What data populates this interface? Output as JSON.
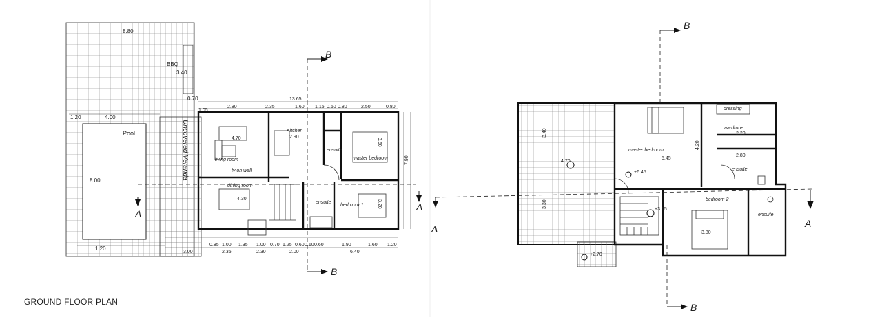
{
  "caption": "GROUND FLOOR PLAN",
  "ground_floor": {
    "pool_label": "Pool",
    "pool_length": "8.00",
    "pool_width": "4.00",
    "deck_width": "8.80",
    "bbq": "BBQ",
    "bbq_dim": "3.40",
    "step": "0.70",
    "veranda": "Uncovered Veranda",
    "rooms": {
      "living": "living room",
      "living_dim": "4.70",
      "tv": "tv on wall",
      "kitchen": "Kitchen",
      "kitchen_dim": "2.90",
      "dining": "dining room",
      "dining_dim": "4.30",
      "master": "master bedroom",
      "master_dim": "3.60",
      "bedroom1": "bedroom 1",
      "bedroom1_dim": "3.20",
      "ensuite": "ensuite"
    },
    "dims_top": [
      "1.05",
      "2.80",
      "2.35",
      "1.60",
      "1.15",
      "0.60",
      "0.80",
      "2.50",
      "0.80"
    ],
    "overall_top": "13.65",
    "dims_bottom": [
      "0.85",
      "1.00",
      "1.35",
      "1.00",
      "0.70",
      "1.25",
      "0.60",
      "0.10",
      "0.60",
      "1.90",
      "1.60",
      "1.20"
    ],
    "dims_bottom2": [
      "3.00",
      "2.35",
      "2.30",
      "2.00",
      "6.40"
    ],
    "overall_right": "7.90",
    "left_dims": [
      "1.20",
      "1.20"
    ]
  },
  "first_floor": {
    "master": "master bedroom",
    "master_dim": "5.45",
    "master_h": "4.20",
    "dressing": "dressing",
    "wardrobe": "wardrobe",
    "wardrobe_dim": "2.20",
    "ensuite": "ensuite",
    "ensuite_dim": "2.80",
    "bedroom2": "bedroom 2",
    "bedroom2_dim": "3.80",
    "ensuite2": "ensuite",
    "terrace_w": "4.70",
    "terrace_h": "3.40",
    "terrace_h2": "3.30",
    "level1": "+6.45",
    "level2": "+3.15",
    "level3": "+2.70"
  },
  "sections": {
    "a": "A",
    "b": "B"
  }
}
